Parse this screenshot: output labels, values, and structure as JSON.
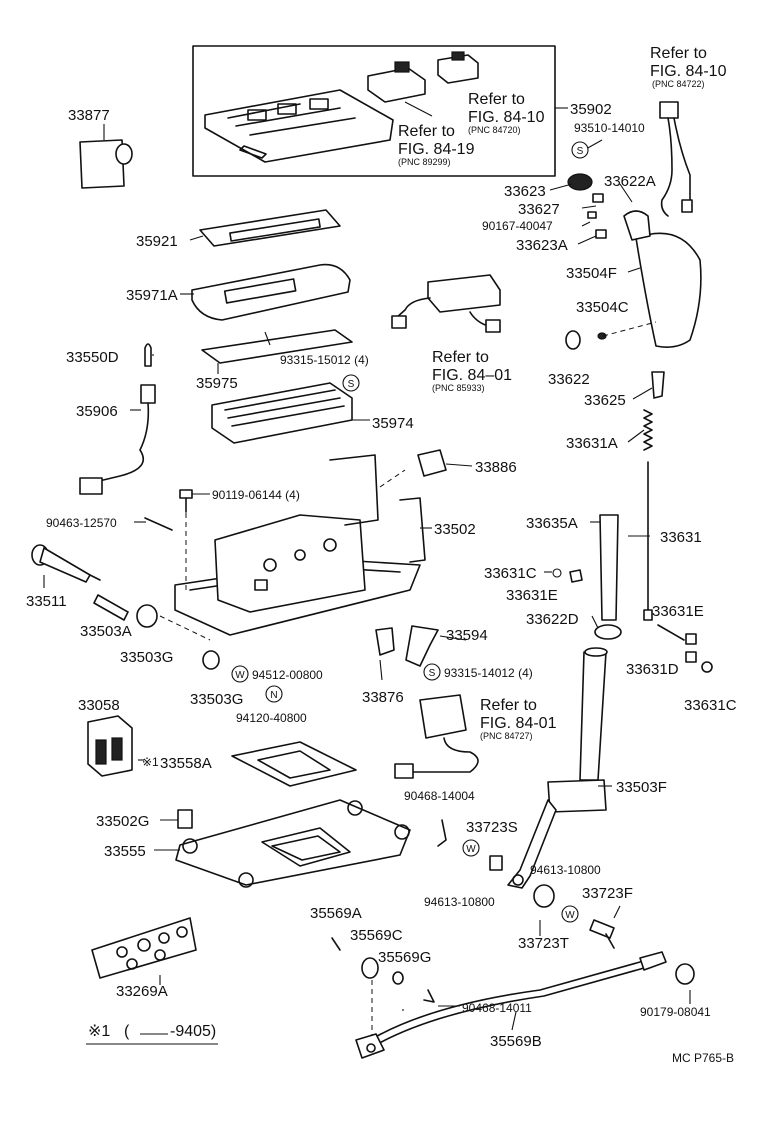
{
  "labels": {
    "p33877": "33877",
    "p35921": "35921",
    "p35971A": "35971A",
    "p33550D": "33550D",
    "p35975": "35975",
    "p35906": "35906",
    "p35974": "35974",
    "p33886": "33886",
    "p90119": "90119-06144 (4)",
    "p90463": "90463-12570",
    "p33502": "33502",
    "p33511": "33511",
    "p33503A": "33503A",
    "p33503G_1": "33503G",
    "p33503G_2": "33503G",
    "p94512": "94512-00800",
    "p94120": "94120-40800",
    "p33876": "33876",
    "p33594": "33594",
    "p93315b": "93315-14012 (4)",
    "p93315a": "93315-15012 (4)",
    "p33058": "33058",
    "p33558A": "33558A",
    "mark_note": "※1",
    "p33502G": "33502G",
    "p33555": "33555",
    "p33269A": "33269A",
    "p35569A": "35569A",
    "p35569C": "35569C",
    "p35569G": "35569G",
    "p90468a": "90468-14011",
    "p35569B": "35569B",
    "p90468b": "90468-14004",
    "p33723S": "33723S",
    "p94613a": "94613-10800",
    "p94613b": "94613-10800",
    "p33723F": "33723F",
    "p33723T": "33723T",
    "p90179": "90179-08041",
    "p33503F": "33503F",
    "p33622D": "33622D",
    "p33631E_1": "33631E",
    "p33631E_2": "33631E",
    "p33631C_1": "33631C",
    "p33631C_2": "33631C",
    "p33631D": "33631D",
    "p33635A": "33635A",
    "p33631": "33631",
    "p33631A": "33631A",
    "p33625": "33625",
    "p33622": "33622",
    "p33504C": "33504C",
    "p33504F": "33504F",
    "p33623A": "33623A",
    "p90167": "90167-40047",
    "p33627": "33627",
    "p33623": "33623",
    "p33622A": "33622A",
    "p93510": "93510-14010",
    "p35902": "35902"
  },
  "refs": {
    "r1": {
      "line1": "Refer to",
      "line2": "FIG. 84-10",
      "pnc": "(PNC 84720)"
    },
    "r2": {
      "line1": "Refer to",
      "line2": "FIG. 84-19",
      "pnc": "(PNC 89299)"
    },
    "r3": {
      "line1": "Refer to",
      "line2": "FIG. 84-10",
      "pnc": "(PNC 84722)"
    },
    "r4": {
      "line1": "Refer to",
      "line2": "FIG. 84–01",
      "pnc": "(PNC 85933)"
    },
    "r5": {
      "line1": "Refer to",
      "line2": "FIG. 84-01",
      "pnc": "(PNC 84727)"
    }
  },
  "symbols": {
    "s": "S",
    "w": "W",
    "n": "N"
  },
  "footnote": {
    "mark": "※1",
    "open": "(",
    "range": "-9405)"
  },
  "code": "MC P765-B"
}
